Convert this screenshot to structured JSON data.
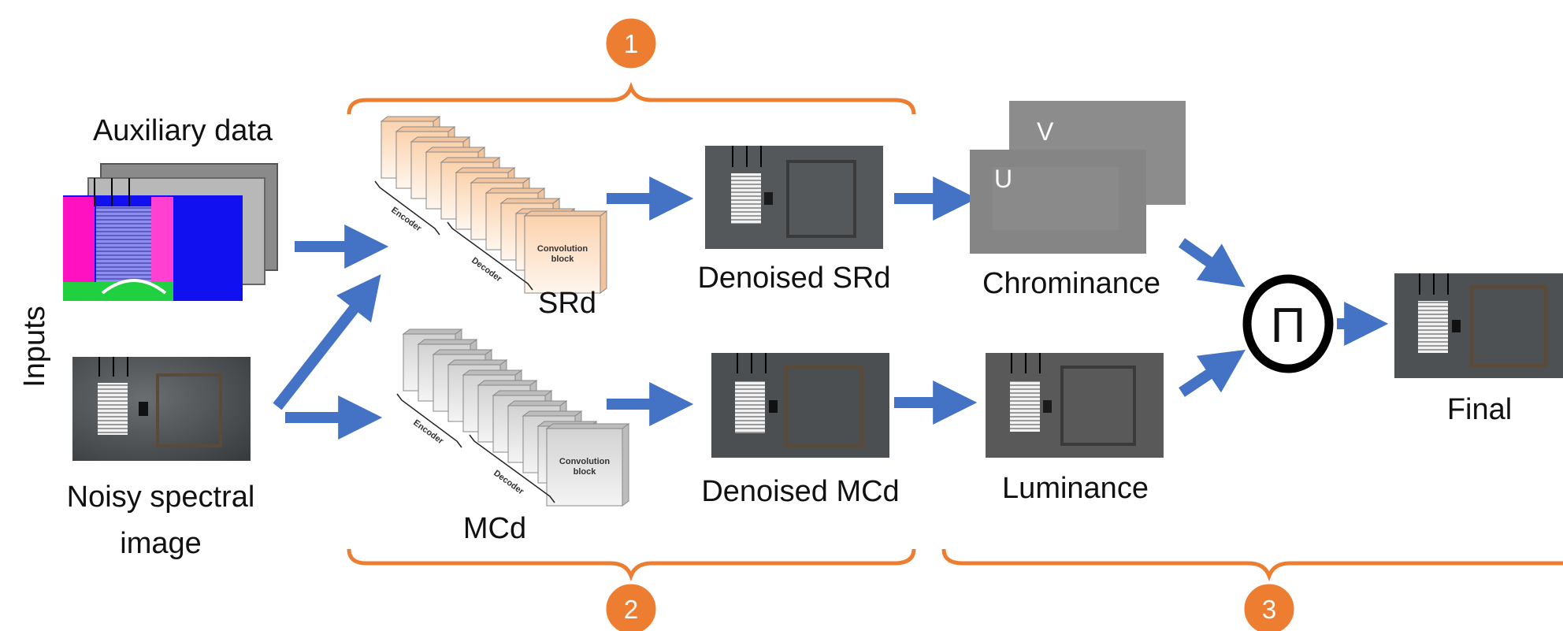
{
  "colors": {
    "arrow": "#4472c4",
    "brace": "#ed7d31",
    "badge": "#ed7d31",
    "ring": "#000000",
    "srd_block_front": "#fde3cc",
    "srd_block_side": "#f5b98a",
    "mcd_block_front": "#e6e6e6",
    "mcd_block_side": "#c0c0c0",
    "aux_blue": "#1010f0",
    "aux_magenta": "#ff10c0"
  },
  "icons": {
    "product": "product-symbol-icon"
  },
  "badges": [
    "1",
    "2",
    "3"
  ],
  "labels": {
    "inputs": "Inputs",
    "auxiliary": "Auxiliary data",
    "noisy_line1": "Noisy spectral",
    "noisy_line2": "image",
    "srd": "SRd",
    "mcd": "MCd",
    "denoised_srd": "Denoised SRd",
    "denoised_mcd": "Denoised MCd",
    "chrominance": "Chrominance",
    "luminance": "Luminance",
    "final": "Final",
    "u": "U",
    "v": "V",
    "product_symbol": "Π",
    "encoder": "Encoder",
    "decoder": "Decoder",
    "conv_line1": "Convolution",
    "conv_line2": "block"
  }
}
